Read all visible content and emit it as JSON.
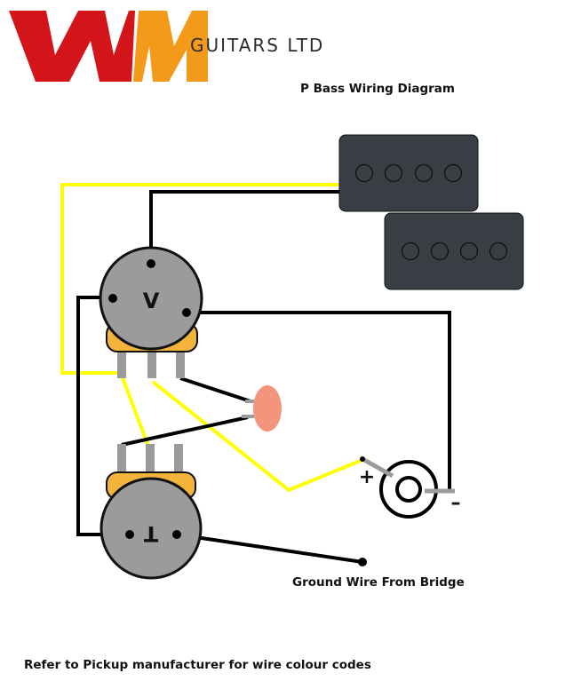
{
  "logo": {
    "mark": "WM",
    "text": "GUITARS LTD",
    "colors": {
      "red": "#d4141b",
      "orange": "#f39a1a",
      "text": "#2c2c2c"
    }
  },
  "title": "P Bass Wiring Diagram",
  "pots": {
    "volume_label": "V",
    "tone_label": "T"
  },
  "jack": {
    "positive_label": "+",
    "negative_label": "–"
  },
  "bridge_label": "Ground Wire From Bridge",
  "footer_note": "Refer to Pickup manufacturer for wire colour codes",
  "colors": {
    "pickup": "#383e44",
    "pot_body": "#9b9b9b",
    "pot_base": "#f2b43a",
    "lug": "#9b9b9b",
    "capacitor": "#f3957d",
    "hot_wire": "#ffff00",
    "ground_wire": "#000000"
  }
}
